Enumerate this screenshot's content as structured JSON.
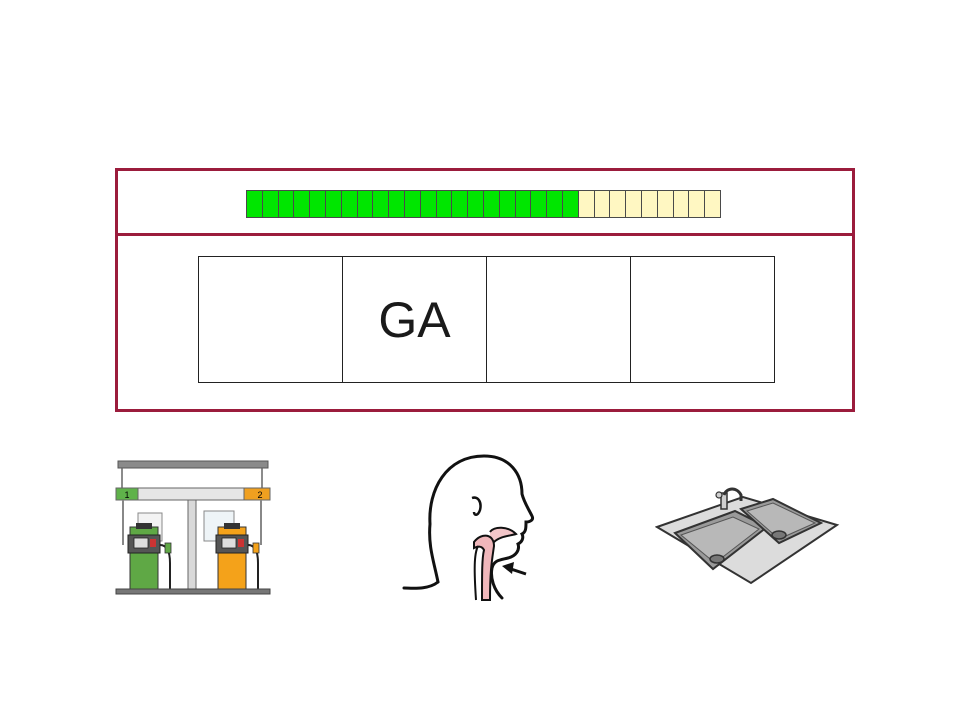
{
  "progress": {
    "total_segments": 30,
    "completed_segments": 21,
    "done_color": "#00e600",
    "todo_color": "#fff7c2"
  },
  "word_slots": [
    {
      "text": ""
    },
    {
      "text": "GA"
    },
    {
      "text": ""
    },
    {
      "text": ""
    }
  ],
  "choices": [
    {
      "icon": "gas-station-icon",
      "pump_labels": [
        "1",
        "2"
      ]
    },
    {
      "icon": "throat-icon"
    },
    {
      "icon": "sink-icon"
    }
  ],
  "colors": {
    "frame": "#9b1c3c"
  }
}
